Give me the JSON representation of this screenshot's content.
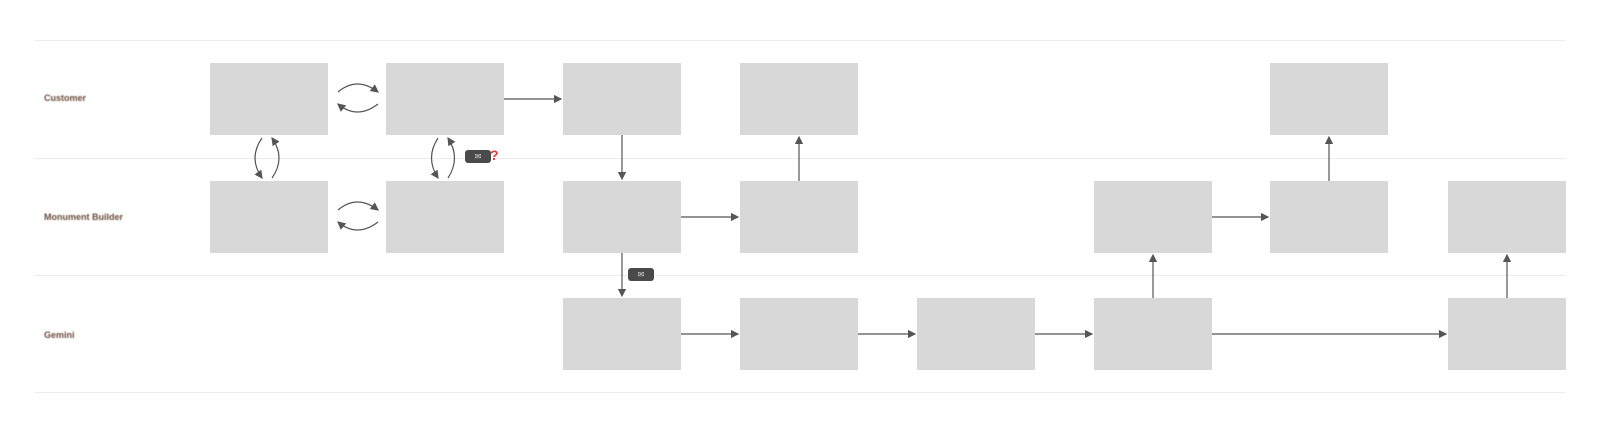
{
  "lanes": [
    {
      "label": "Customer"
    },
    {
      "label": "Monument Builder"
    },
    {
      "label": "Gemini"
    }
  ],
  "badges": {
    "top": "✉",
    "mid": "✉"
  },
  "question_mark": "?"
}
